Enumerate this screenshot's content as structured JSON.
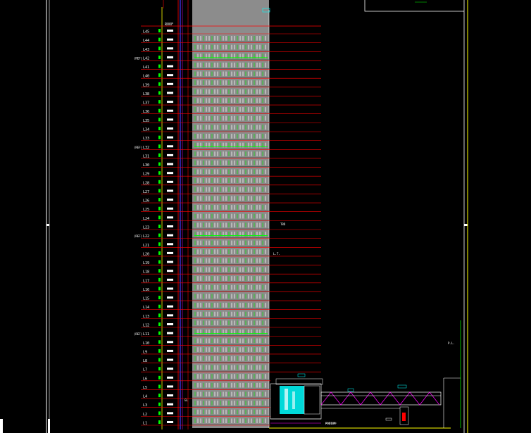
{
  "drawing": {
    "type": "architectural elevation (CAD)",
    "background_color": "#000000",
    "facade_color": "#8c8c8c",
    "line_colors": {
      "grid": "#ff0000",
      "frame": "#ffff00",
      "structure": "#00ff00",
      "aux": "#00ffff",
      "accent": "#ff00ff",
      "blue": "#4040ff"
    }
  },
  "levels": [
    "L1",
    "L2",
    "L3",
    "L4",
    "L5",
    "L6",
    "L7",
    "L8",
    "L9",
    "L10",
    "L11",
    "L12",
    "L13",
    "L14",
    "L15",
    "L16",
    "L17",
    "L18",
    "L19",
    "L20",
    "L21",
    "L22",
    "L23",
    "L24",
    "L25",
    "L26",
    "L27",
    "L28",
    "L29",
    "L30",
    "L31",
    "L32",
    "L33",
    "L34",
    "L35",
    "L36",
    "L37",
    "L38",
    "L39",
    "L40",
    "L41",
    "L42",
    "L43",
    "L44",
    "L45"
  ],
  "roof_label": "ROOF",
  "refuge_tags": [
    {
      "level": "L11",
      "text": "(REF)"
    },
    {
      "level": "L22",
      "text": "(REF)"
    },
    {
      "level": "L32",
      "text": "(REF)"
    },
    {
      "level": "L42",
      "text": "(REF)"
    }
  ],
  "annotations": {
    "side_note_left": "GL",
    "right_tag_a": "TBD",
    "right_tag_b": "L.T.",
    "podium_tag": "PODIUM",
    "far_right_tag": "P.L."
  }
}
